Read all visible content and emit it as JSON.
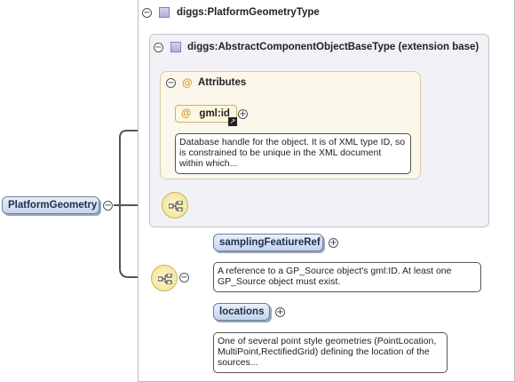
{
  "type": {
    "name": "diggs:PlatformGeometryType",
    "toggle": "−",
    "base": {
      "name": "diggs:AbstractComponentObjectBaseType (extension base)",
      "toggle": "−",
      "attributes": {
        "label": "Attributes",
        "at_glyph": "@",
        "toggle": "−",
        "items": [
          {
            "name": "gml:id",
            "at_glyph": "@",
            "expand": "+",
            "note": "Database handle for the object. It is of XML type ID, so is constrained to be unique in the XML document within which..."
          }
        ]
      }
    }
  },
  "root": {
    "name": "PlatformGeometry",
    "toggle": "−"
  },
  "sequence": {
    "toggle": "−"
  },
  "elements": [
    {
      "name": "samplingFeatiureRef",
      "expand": "+",
      "note": "A reference to a GP_Source object's gml:ID. At least one GP_Source object must exist."
    },
    {
      "name": "locations",
      "expand": "+",
      "note": "One of several point style geometries (PointLocation, MultiPoint,RectifiedGrid) defining the location of the sources..."
    }
  ],
  "icons": {
    "type_icon": "complex-type-icon",
    "sequence_icon": "sequence-compositor-icon",
    "reference_icon": "reference-arrow-icon"
  },
  "colors": {
    "pill_fill": "#c5d4ec",
    "attribute_panel": "#fbf7ea",
    "base_panel": "#f1f1f6",
    "sequence_fill": "#efe08f"
  }
}
